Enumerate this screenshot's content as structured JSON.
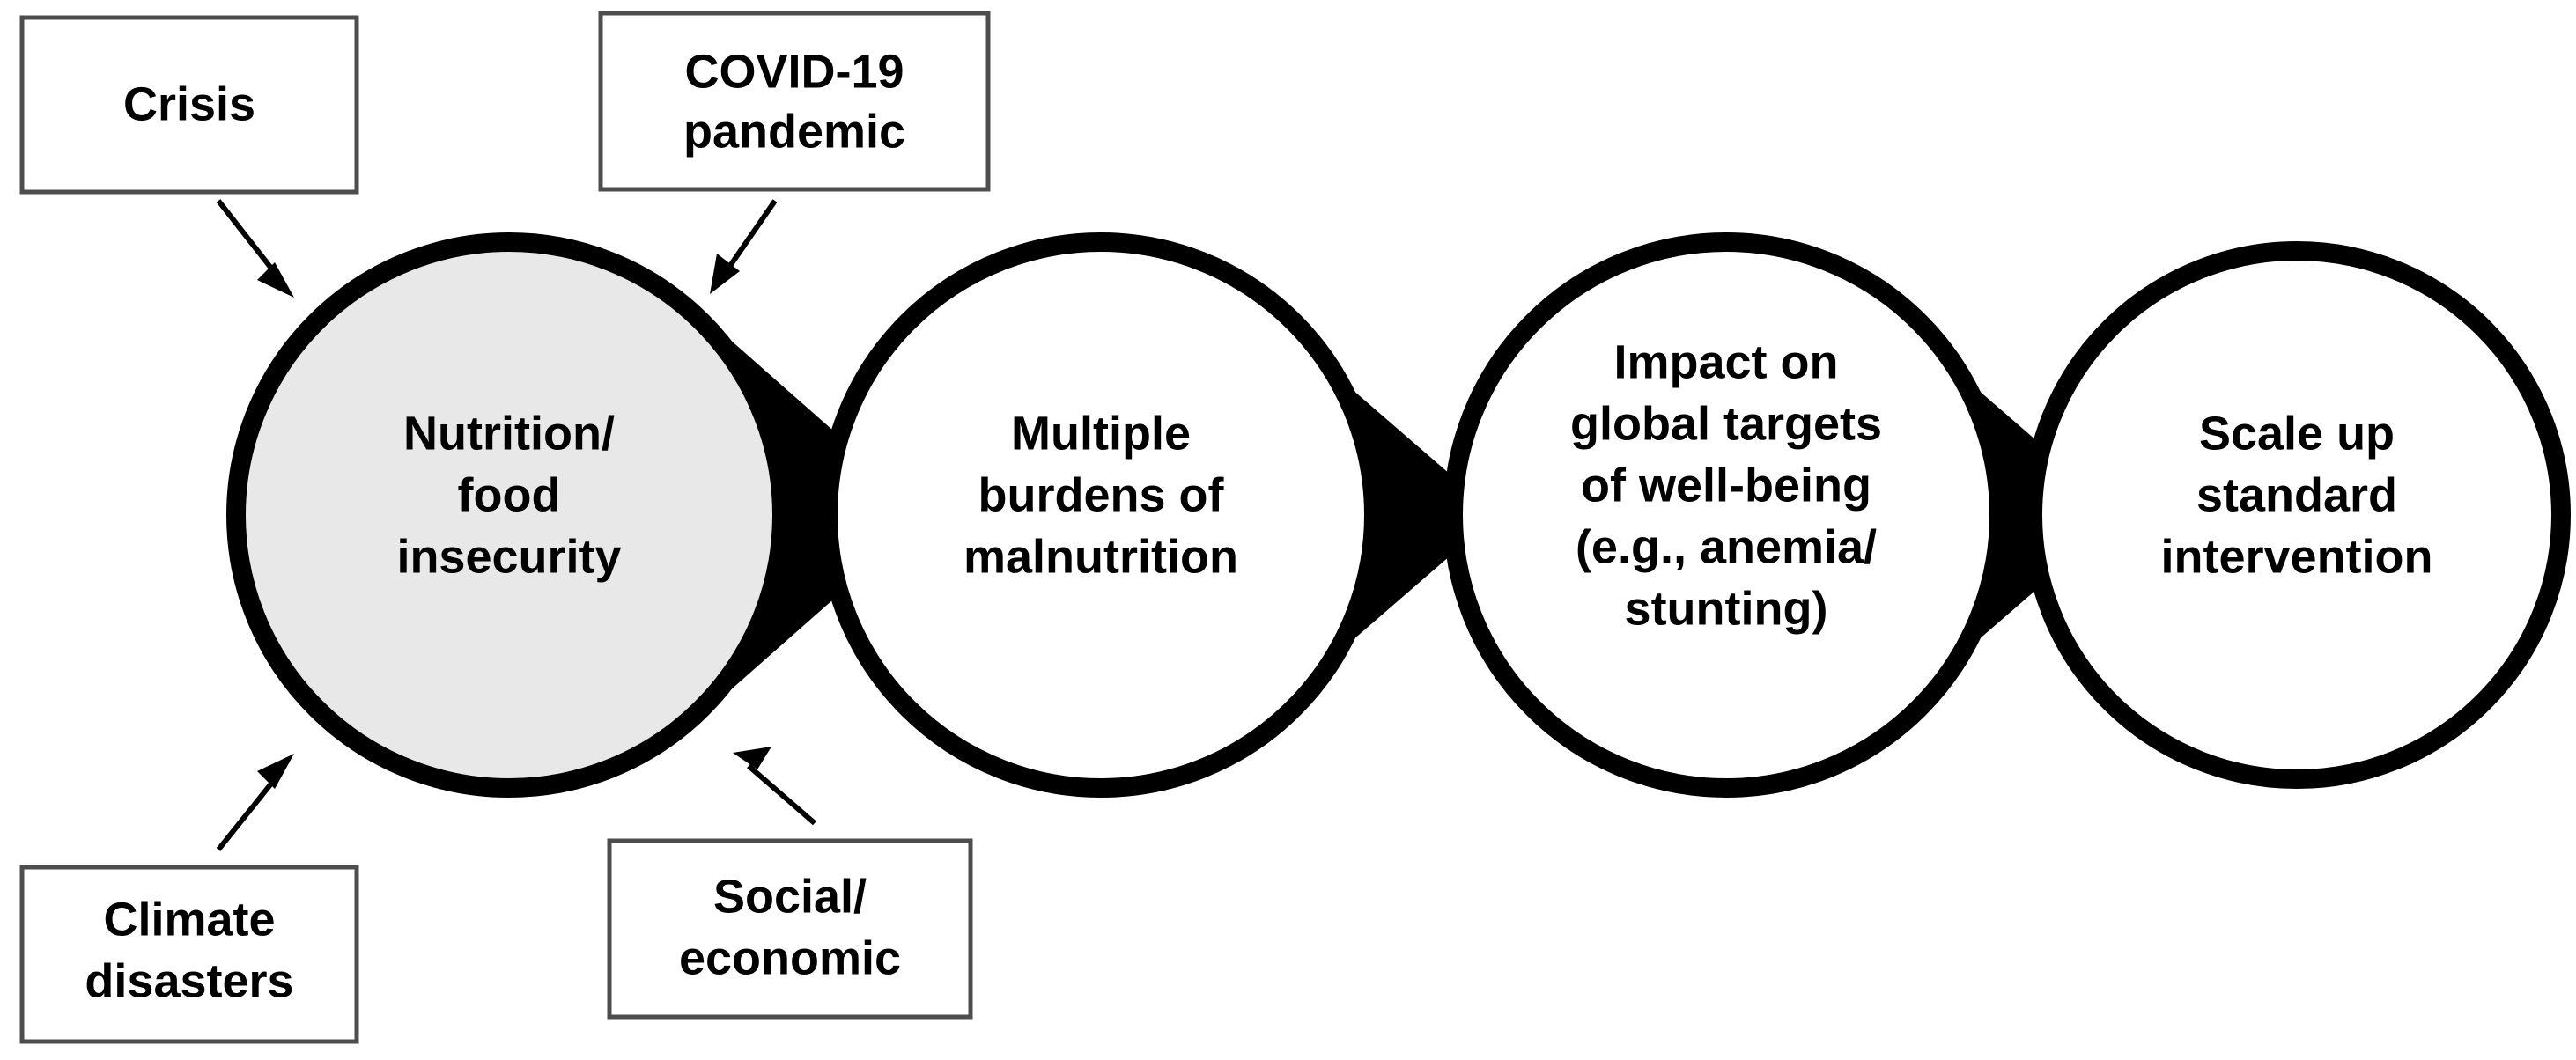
{
  "diagram": {
    "type": "process-flow",
    "background_color": "#ffffff",
    "driver_boxes": [
      {
        "id": "crisis",
        "lines": [
          "Crisis"
        ],
        "position": "top-left",
        "border_color": "#4d4d4d",
        "fill_color": "#ffffff"
      },
      {
        "id": "covid-19-pandemic",
        "lines": [
          "COVID-19",
          "pandemic"
        ],
        "position": "top-center",
        "border_color": "#4d4d4d",
        "fill_color": "#ffffff"
      },
      {
        "id": "climate-disasters",
        "lines": [
          "Climate",
          "disasters"
        ],
        "position": "bottom-left",
        "border_color": "#4d4d4d",
        "fill_color": "#ffffff"
      },
      {
        "id": "social-economic",
        "lines": [
          "Social/",
          "economic"
        ],
        "position": "bottom-center",
        "border_color": "#4d4d4d",
        "fill_color": "#ffffff"
      }
    ],
    "stages": [
      {
        "id": "nutrition-food-insecurity",
        "order": 1,
        "lines": [
          "Nutrition/",
          "food",
          "insecurity"
        ],
        "fill_color": "#e8e8e8",
        "stroke_color": "#000000",
        "highlighted": true
      },
      {
        "id": "multiple-burdens-of-malnutrition",
        "order": 2,
        "lines": [
          "Multiple",
          "burdens of",
          "malnutrition"
        ],
        "fill_color": "#ffffff",
        "stroke_color": "#000000",
        "highlighted": false
      },
      {
        "id": "impact-on-global-targets",
        "order": 3,
        "lines": [
          "Impact on",
          "global targets",
          "of well-being",
          "(e.g., anemia/",
          "stunting)"
        ],
        "fill_color": "#ffffff",
        "stroke_color": "#000000",
        "highlighted": false
      },
      {
        "id": "scale-up-standard-intervention",
        "order": 4,
        "lines": [
          "Scale up",
          "standard",
          "intervention"
        ],
        "fill_color": "#ffffff",
        "stroke_color": "#000000",
        "highlighted": false
      }
    ],
    "chevrons": [
      {
        "id": "chevron-1-to-2",
        "from": "nutrition-food-insecurity",
        "to": "multiple-burdens-of-malnutrition",
        "color": "#000000"
      },
      {
        "id": "chevron-2-to-3",
        "from": "multiple-burdens-of-malnutrition",
        "to": "impact-on-global-targets",
        "color": "#000000"
      },
      {
        "id": "chevron-3-to-4",
        "from": "impact-on-global-targets",
        "to": "scale-up-standard-intervention",
        "color": "#000000"
      }
    ],
    "connectors": [
      {
        "id": "arrow-crisis",
        "from": "crisis",
        "to": "nutrition-food-insecurity",
        "direction": "down-right",
        "color": "#000000"
      },
      {
        "id": "arrow-covid",
        "from": "covid-19-pandemic",
        "to": "nutrition-food-insecurity",
        "direction": "down-left",
        "color": "#000000"
      },
      {
        "id": "arrow-climate",
        "from": "climate-disasters",
        "to": "nutrition-food-insecurity",
        "direction": "up-right",
        "color": "#000000"
      },
      {
        "id": "arrow-social",
        "from": "social-economic",
        "to": "nutrition-food-insecurity",
        "direction": "up-left",
        "color": "#000000"
      }
    ]
  }
}
